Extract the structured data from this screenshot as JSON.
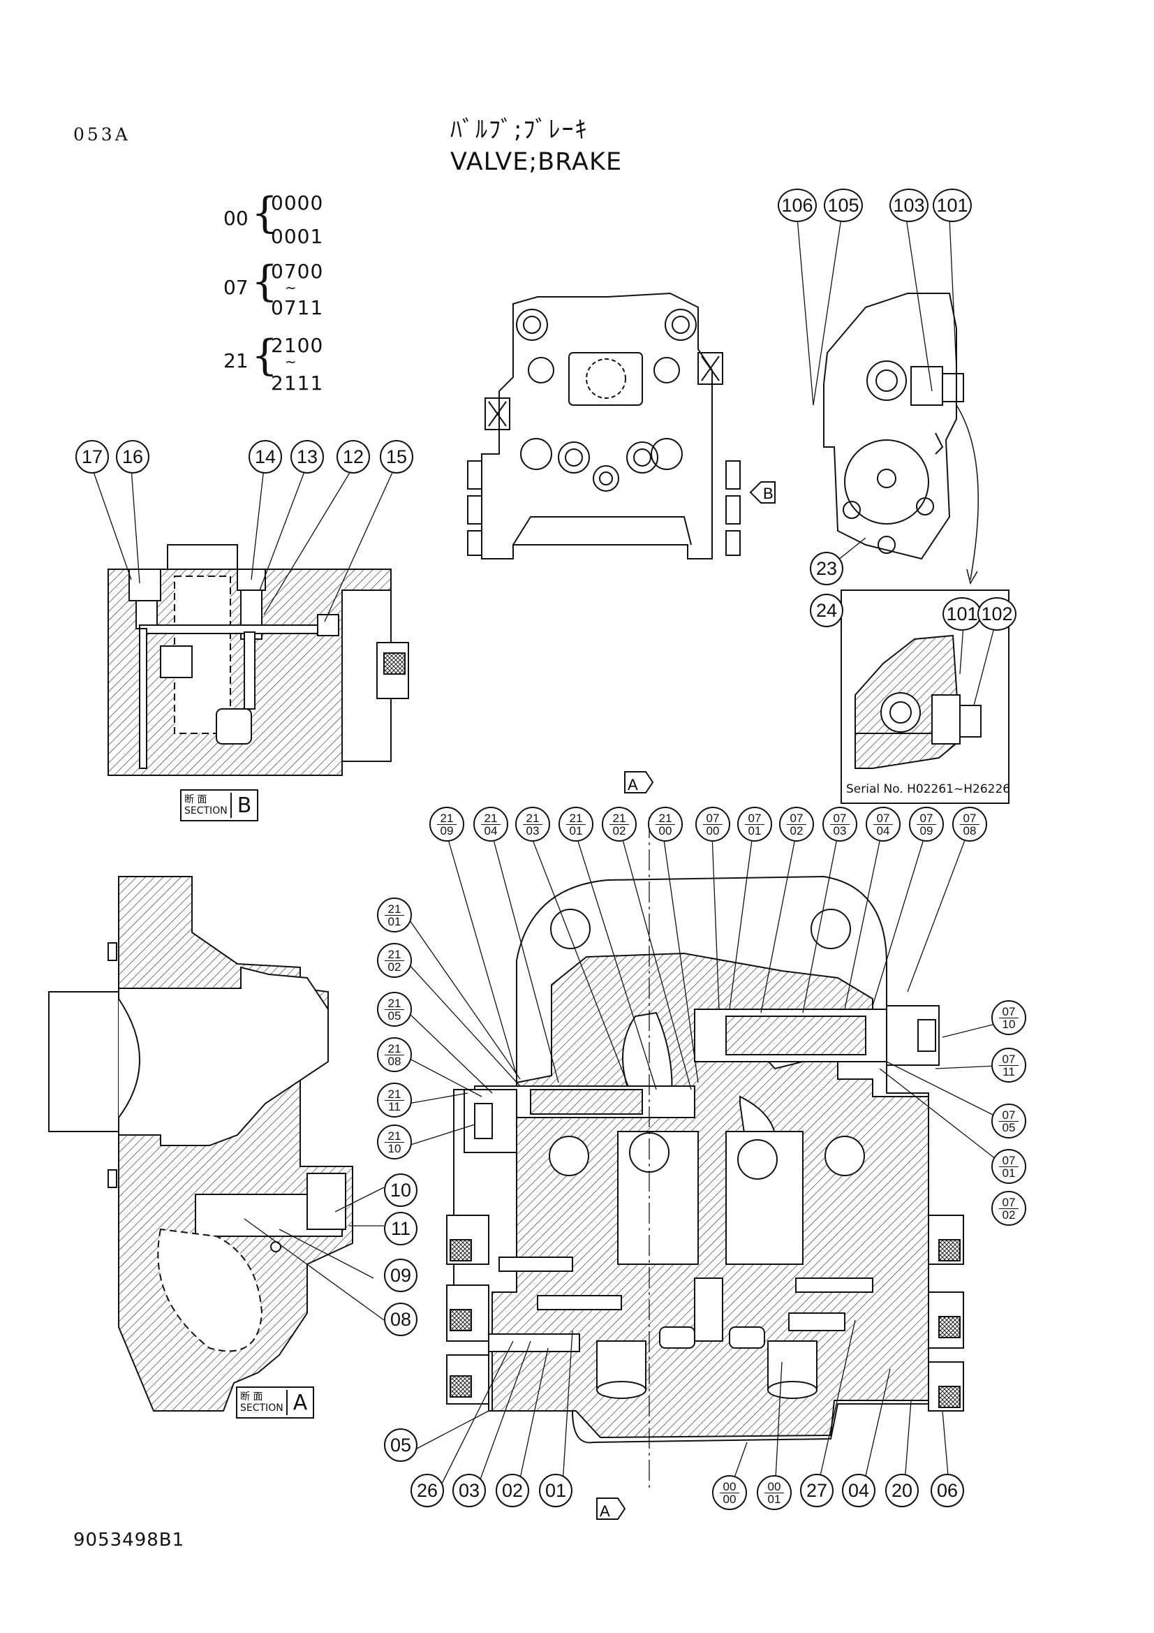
{
  "page_code": "053A",
  "title_jp": "ﾊﾞﾙﾌﾞ;ﾌﾞﾚｰｷ",
  "title_en": "VALVE;BRAKE",
  "drawing_number": "9053498B1",
  "groups": [
    {
      "key": "00",
      "from": "0000",
      "to": "0001",
      "has_tilde": false
    },
    {
      "key": "07",
      "from": "0700",
      "to": "0711",
      "has_tilde": true
    },
    {
      "key": "21",
      "from": "2100",
      "to": "2111",
      "has_tilde": true
    }
  ],
  "section_b": {
    "jp": "断 面",
    "en": "SECTION",
    "letter": "B"
  },
  "section_a": {
    "jp": "断 面",
    "en": "SECTION",
    "letter": "A"
  },
  "view_marker_b": "B",
  "view_marker_a_top": "A",
  "view_marker_a_bottom": "A",
  "serial_note": "Serial No. H02261~H26226",
  "callouts_single": [
    "17",
    "16",
    "14",
    "13",
    "12",
    "15",
    "106",
    "105",
    "103",
    "101",
    "23",
    "24",
    "101",
    "102",
    "10",
    "11",
    "09",
    "08",
    "05",
    "26",
    "03",
    "02",
    "01",
    "27",
    "04",
    "20",
    "06"
  ],
  "callouts_top_row": [
    [
      "21",
      "09"
    ],
    [
      "21",
      "04"
    ],
    [
      "21",
      "03"
    ],
    [
      "21",
      "01"
    ],
    [
      "21",
      "02"
    ],
    [
      "21",
      "00"
    ],
    [
      "07",
      "00"
    ],
    [
      "07",
      "01"
    ],
    [
      "07",
      "02"
    ],
    [
      "07",
      "03"
    ],
    [
      "07",
      "04"
    ],
    [
      "07",
      "09"
    ],
    [
      "07",
      "08"
    ]
  ],
  "callouts_left_col": [
    [
      "21",
      "01"
    ],
    [
      "21",
      "02"
    ],
    [
      "21",
      "05"
    ],
    [
      "21",
      "08"
    ],
    [
      "21",
      "11"
    ],
    [
      "21",
      "10"
    ]
  ],
  "callouts_right_col": [
    [
      "07",
      "10"
    ],
    [
      "07",
      "11"
    ],
    [
      "07",
      "05"
    ],
    [
      "07",
      "01"
    ],
    [
      "07",
      "02"
    ]
  ],
  "callouts_bottom_pair": [
    [
      "00",
      "00"
    ],
    [
      "00",
      "01"
    ]
  ]
}
